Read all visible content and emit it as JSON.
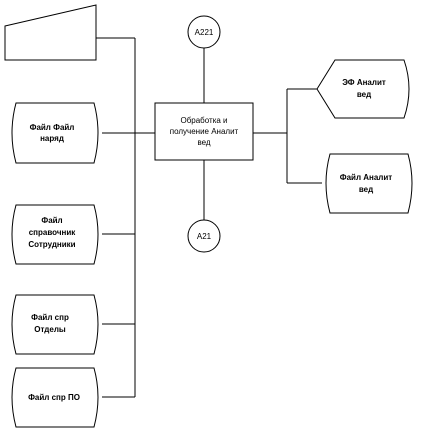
{
  "diagram": {
    "manual_input": {
      "label": ""
    },
    "process": {
      "lines": [
        "Обработка и",
        "получение Аналит",
        "вед"
      ]
    },
    "connector_top": {
      "label": "А221"
    },
    "connector_bottom": {
      "label": "А21"
    },
    "left_files": [
      {
        "id": "file-naryad",
        "lines": [
          "Файл Файл",
          "наряд"
        ]
      },
      {
        "id": "file-sotrudniki",
        "lines": [
          "Файл",
          "справочник",
          "Сотрудники"
        ]
      },
      {
        "id": "file-otdely",
        "lines": [
          "Файл спр",
          "Отделы"
        ]
      },
      {
        "id": "file-po",
        "lines": [
          "Файл спр ПО"
        ]
      }
    ],
    "right_outputs": [
      {
        "id": "ef-analit",
        "lines": [
          "ЭФ Аналит",
          "вед"
        ]
      },
      {
        "id": "file-analit",
        "lines": [
          "Файл Аналит",
          "вед"
        ]
      }
    ]
  }
}
